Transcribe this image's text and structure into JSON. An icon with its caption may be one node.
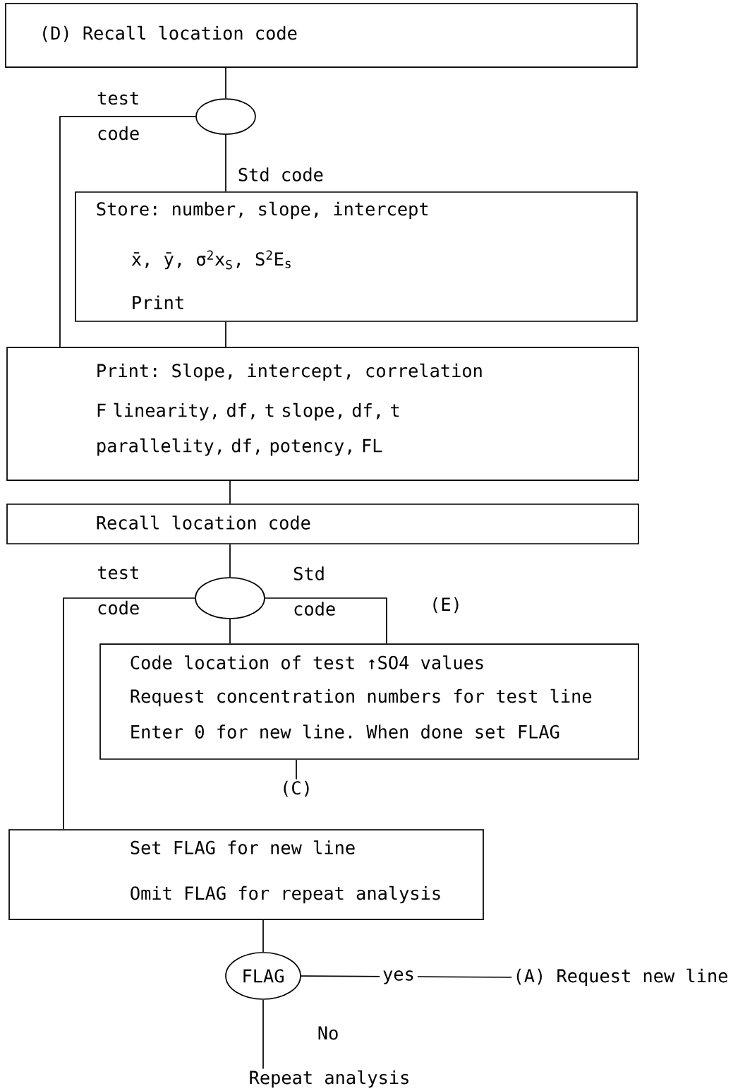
{
  "diagram": {
    "nodes": [
      {
        "text": [
          "(D) Recall location code"
        ]
      },
      {
        "text": [],
        "shape": "ellipse"
      },
      {
        "text": [
          "Store: number, slope, intercept",
          "x̄, ȳ, σ$^{2}$x$_{S}$, S$^{2}$E$_{s}$",
          "Print"
        ]
      },
      {
        "text": [
          "Print: Slope, intercept, correlation",
          "F linearity, df, t slope, df, t parallelity, df, potency, FL"
        ]
      },
      {
        "text": [
          "Recall location code"
        ]
      },
      {
        "text": [],
        "shape": "ellipse"
      },
      {
        "text": [
          "Code location of test ↑SO4 values",
          "Request concentration numbers for test line",
          "Enter 0 for new line. When done set FLAG"
        ]
      },
      {
        "text": [
          "(C)"
        ]
      },
      {
        "text": [
          "Set FLAG for new line",
          "Omit FLAG for repeat analysis"
        ]
      },
      {
        "text": [
          "FLAG"
        ]
      },
      {
        "text": [
          "(A) Request new line"
        ]
      },
      {
        "text": [
          "Repeat analysis"
        ]
      }
    ],
    "edges": [
      {
        "from": 0,
        "to": 1,
        "arrow": "none"
      },
      {
        "from": 1,
        "to": 2,
        "arrow": "none",
        "label": "Std code"
      },
      {
        "from": 1,
        "to": 3,
        "arrow": "none",
        "label": "test code"
      },
      {
        "from": 2,
        "to": 3,
        "arrow": "none"
      },
      {
        "from": 3,
        "to": 4,
        "arrow": "none"
      },
      {
        "from": 4,
        "to": 5,
        "arrow": "none"
      },
      {
        "from": 5,
        "to": 6,
        "arrow": "none"
      },
      {
        "from": 5,
        "to": 6,
        "arrow": "none",
        "label": "Std code"
      },
      {
        "from": 5,
        "to": 8,
        "arrow": "none",
        "label": "test code"
      },
      {
        "from": 6,
        "to": 7,
        "arrow": "none"
      },
      {
        "from": 8,
        "to": 9,
        "arrow": "none"
      },
      {
        "from": 9,
        "to": 10,
        "arrow": "none",
        "label": "yes"
      },
      {
        "from": 9,
        "to": 11,
        "arrow": "none",
        "label": "No"
      }
    ],
    "labels": [
      "(E)"
    ]
  }
}
